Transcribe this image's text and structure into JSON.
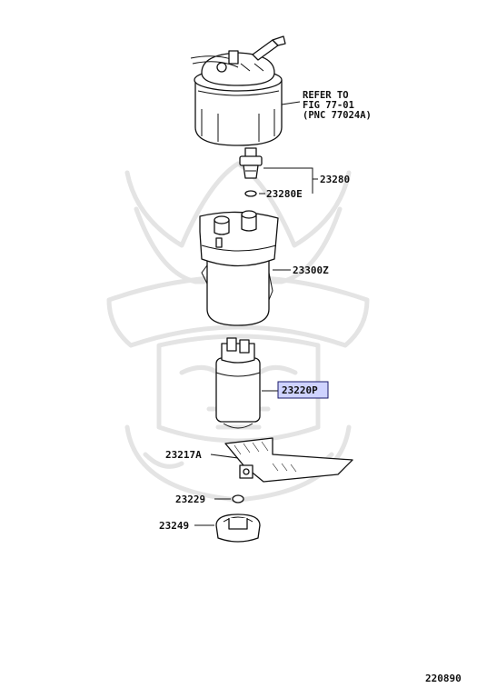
{
  "labels": {
    "refer_line1": "REFER TO",
    "refer_line2": "FIG 77-01",
    "refer_line3": "(PNC 77024A)",
    "p23280": "23280",
    "p23280e": "23280E",
    "p23300z": "23300Z",
    "p23220p": "23220P",
    "p23217a": "23217A",
    "p23229": "23229",
    "p23249": "23249",
    "diagram_number": "220890"
  },
  "colors": {
    "highlight": "#cfd3ff",
    "ink": "#111111",
    "watermark": "#e4e4e4"
  },
  "icons": {
    "watermark": "samurai-helmet-watermark-icon"
  }
}
